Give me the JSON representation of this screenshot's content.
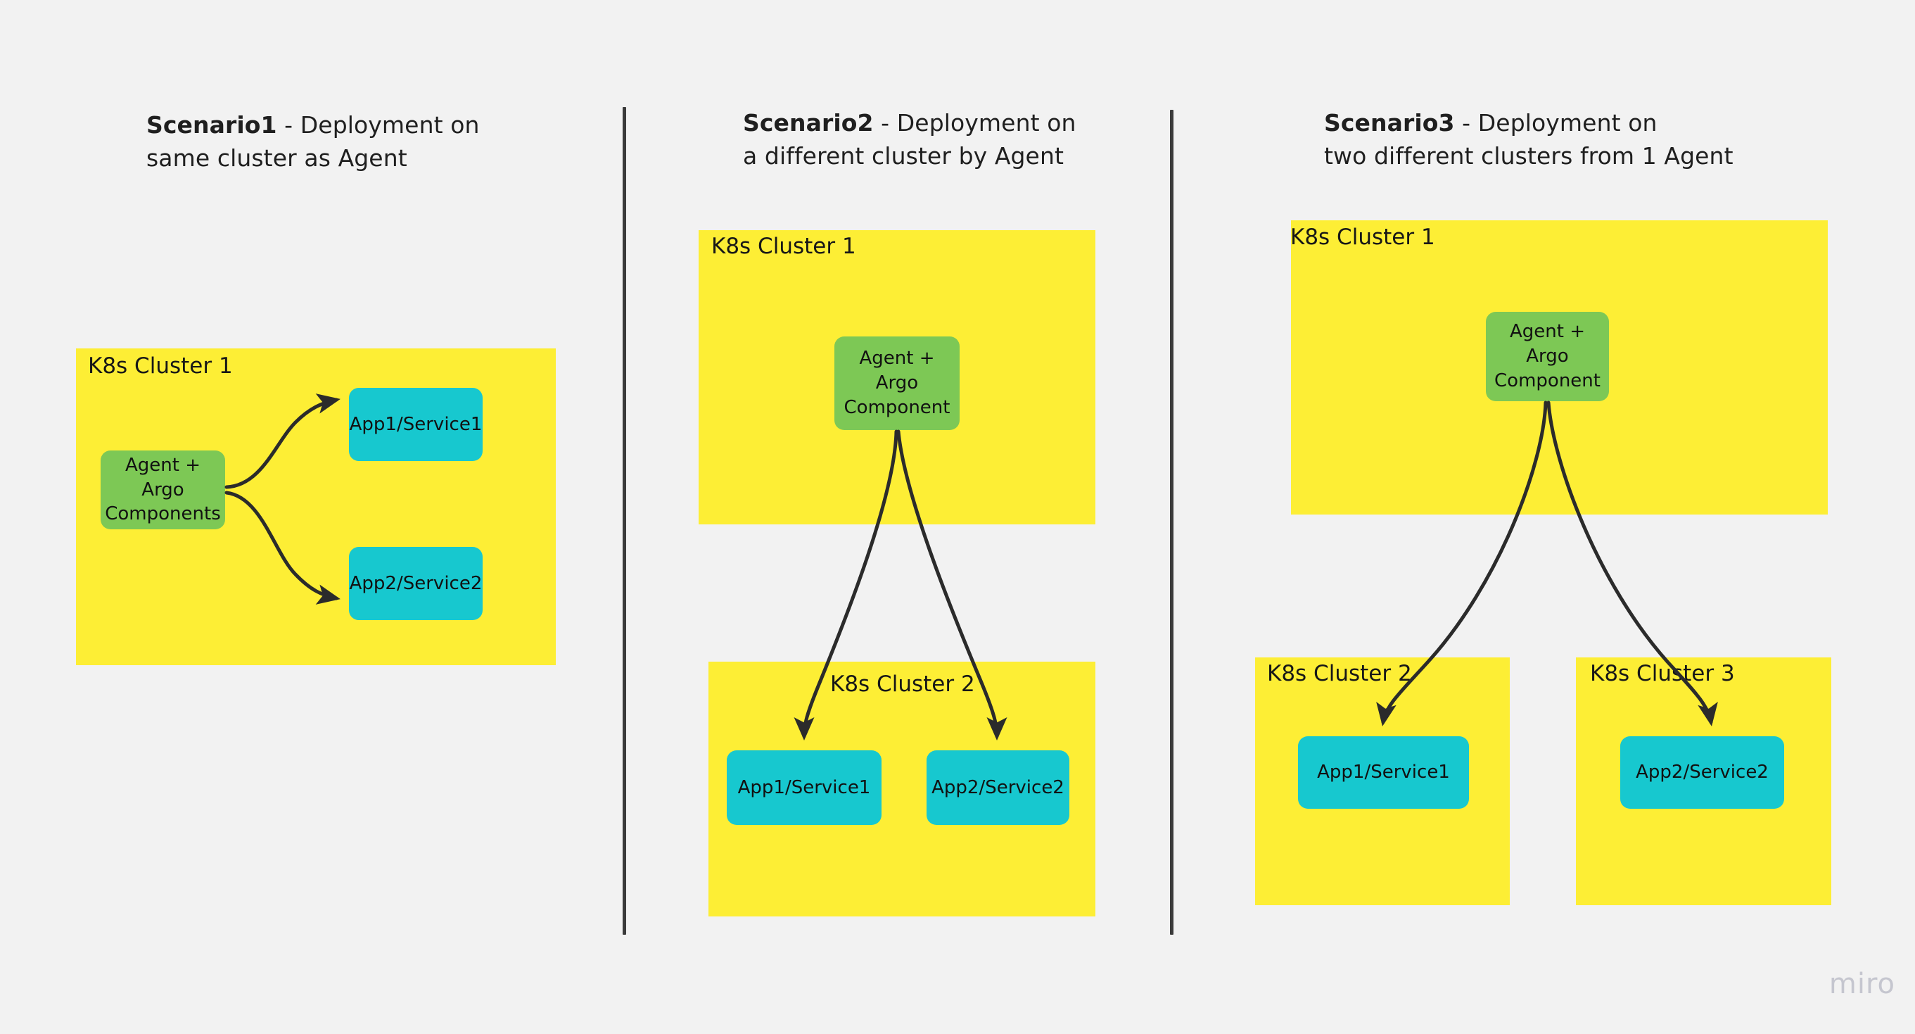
{
  "background_color": "#f2f2f2",
  "palette": {
    "cluster_yellow": "#fdee35",
    "agent_green": "#7dc855",
    "app_cyan": "#17c8cf",
    "arrow_dark": "#2b2b2b",
    "divider": "#3b3b3b",
    "text": "#1a1a1a",
    "watermark": "#c5c6cf"
  },
  "watermark": "miro",
  "scenarios": [
    {
      "id": "scenario-1",
      "title_lead": "Scenario1",
      "title_rest": " - Deployment on\nsame cluster as Agent",
      "clusters": [
        {
          "label": "K8s Cluster 1"
        }
      ],
      "nodes": [
        {
          "label": "Agent + Argo\nComponents",
          "kind": "agent"
        },
        {
          "label": "App1/Service1",
          "kind": "app"
        },
        {
          "label": "App2/Service2",
          "kind": "app"
        }
      ],
      "edges": [
        {
          "from": "Agent + Argo Components",
          "to": "App1/Service1"
        },
        {
          "from": "Agent + Argo Components",
          "to": "App2/Service2"
        }
      ]
    },
    {
      "id": "scenario-2",
      "title_lead": "Scenario2",
      "title_rest": " - Deployment on\na different cluster by Agent",
      "clusters": [
        {
          "label": "K8s Cluster 1"
        },
        {
          "label": "K8s Cluster 2"
        }
      ],
      "nodes": [
        {
          "label": "Agent +\nArgo\nComponent",
          "kind": "agent"
        },
        {
          "label": "App1/Service1",
          "kind": "app"
        },
        {
          "label": "App2/Service2",
          "kind": "app"
        }
      ],
      "edges": [
        {
          "from": "Agent + Argo Component",
          "to": "App1/Service1"
        },
        {
          "from": "Agent + Argo Component",
          "to": "App2/Service2"
        }
      ]
    },
    {
      "id": "scenario-3",
      "title_lead": "Scenario3",
      "title_rest": " - Deployment on\ntwo different clusters from 1 Agent",
      "clusters": [
        {
          "label": "K8s Cluster 1"
        },
        {
          "label": "K8s Cluster 2"
        },
        {
          "label": "K8s Cluster 3"
        }
      ],
      "nodes": [
        {
          "label": "Agent +\nArgo\nComponent",
          "kind": "agent"
        },
        {
          "label": "App1/Service1",
          "kind": "app"
        },
        {
          "label": "App2/Service2",
          "kind": "app"
        }
      ],
      "edges": [
        {
          "from": "Agent + Argo Component",
          "to": "App1/Service1"
        },
        {
          "from": "Agent + Argo Component",
          "to": "App2/Service2"
        }
      ]
    }
  ]
}
